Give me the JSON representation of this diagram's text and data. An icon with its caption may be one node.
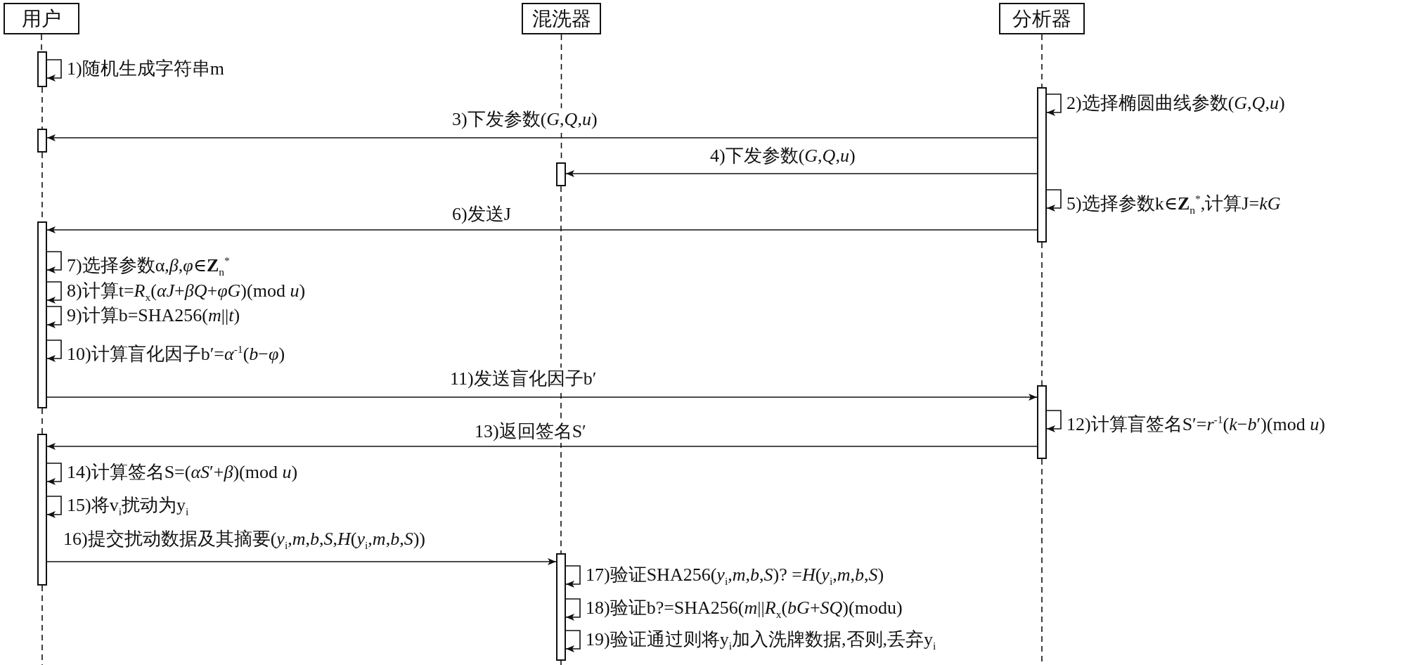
{
  "diagram": {
    "nodes": [
      {
        "text": [
          "用户"
        ]
      },
      {
        "text": [
          "混洗器"
        ]
      },
      {
        "text": [
          "分析器"
        ]
      },
      {
        "text": [],
        "shape": "bar"
      },
      {
        "text": [],
        "shape": "bar"
      },
      {
        "text": [],
        "shape": "bar"
      },
      {
        "text": [],
        "shape": "bar"
      },
      {
        "text": [],
        "shape": "bar"
      },
      {
        "text": [],
        "shape": "bar"
      },
      {
        "text": [],
        "shape": "bar"
      },
      {
        "text": [],
        "shape": "bar"
      }
    ],
    "edges": [
      {
        "from": 3,
        "to": 3,
        "arrow": "to",
        "label": "1)随机生成字符串m"
      },
      {
        "from": 4,
        "to": 4,
        "arrow": "to",
        "label": "2)选择椭圆曲线参数(*G*,*Q*,*u*)"
      },
      {
        "from": 4,
        "to": 5,
        "arrow": "to",
        "label": "3)下发参数(*G*,*Q*,*u*)"
      },
      {
        "from": 4,
        "to": 6,
        "arrow": "to",
        "label": "4)下发参数(*G*,*Q*,*u*)"
      },
      {
        "from": 4,
        "to": 4,
        "arrow": "to",
        "label": "5)选择参数k∈**Z**$_{n}$$^{*}$,计算J=*kG*"
      },
      {
        "from": 4,
        "to": 7,
        "arrow": "to",
        "label": "6)发送J"
      },
      {
        "from": 7,
        "to": 7,
        "arrow": "to",
        "label": "7)选择参数α,*β*,*φ*∈**Z**$_{n}$$^{*}$"
      },
      {
        "from": 7,
        "to": 7,
        "arrow": "to",
        "label": "8)计算t=*R*$_{x}$(*αJ*+*βQ*+*φG*)(mod *u*)"
      },
      {
        "from": 7,
        "to": 7,
        "arrow": "to",
        "label": "9)计算b=SHA256(*m*||*t*)"
      },
      {
        "from": 7,
        "to": 7,
        "arrow": "to",
        "label": "10)计算盲化因子b′=*α*$^{-1}$(*b*−*φ*)"
      },
      {
        "from": 7,
        "to": 8,
        "arrow": "to",
        "label": "11)发送盲化因子b′"
      },
      {
        "from": 8,
        "to": 8,
        "arrow": "to",
        "label": "12)计算盲签名S′=*r*$^{-1}$(*k*−*b*′)(mod *u*)"
      },
      {
        "from": 8,
        "to": 9,
        "arrow": "to",
        "label": "13)返回签名S′"
      },
      {
        "from": 9,
        "to": 9,
        "arrow": "to",
        "label": "14)计算签名S=(*αS*′+*β*)(mod *u*)"
      },
      {
        "from": 9,
        "to": 9,
        "arrow": "to",
        "label": "15)将v$_{i}$扰动为y$_{i}$"
      },
      {
        "from": 9,
        "to": 10,
        "arrow": "to",
        "label": "16)提交扰动数据及其摘要(*y*$_{i}$,*m*,*b*,*S*,*H*(*y*$_{i}$,*m*,*b*,*S*))"
      },
      {
        "from": 10,
        "to": 10,
        "arrow": "to",
        "label": "17)验证SHA256(*y*$_{i}$,*m*,*b*,*S*)? =*H*(*y*$_{i}$,*m*,*b*,*S*)"
      },
      {
        "from": 10,
        "to": 10,
        "arrow": "to",
        "label": "18)验证b?=SHA256(*m*||*R*$_{x}$(*bG*+*SQ*)(modu)"
      },
      {
        "from": 10,
        "to": 10,
        "arrow": "to",
        "label": "19)验证通过则将y$_{i}$加入洗牌数据,否则,丢弃y$_{i}$"
      },
      {
        "from": 0,
        "to": 3,
        "arrow": "none",
        "style": "dashed"
      },
      {
        "from": 3,
        "to": 5,
        "arrow": "none",
        "style": "dashed"
      },
      {
        "from": 5,
        "to": 7,
        "arrow": "none",
        "style": "dashed"
      },
      {
        "from": 7,
        "to": 9,
        "arrow": "none",
        "style": "dashed"
      },
      {
        "from": 9,
        "to": null,
        "arrow": "none",
        "style": "dashed"
      },
      {
        "from": 1,
        "to": 6,
        "arrow": "none",
        "style": "dashed"
      },
      {
        "from": 6,
        "to": 10,
        "arrow": "none",
        "style": "dashed"
      },
      {
        "from": 10,
        "to": null,
        "arrow": "none",
        "style": "dashed"
      },
      {
        "from": 2,
        "to": 4,
        "arrow": "none",
        "style": "dashed"
      },
      {
        "from": 4,
        "to": 8,
        "arrow": "none",
        "style": "dashed"
      },
      {
        "from": 8,
        "to": null,
        "arrow": "none",
        "style": "dashed"
      }
    ]
  }
}
